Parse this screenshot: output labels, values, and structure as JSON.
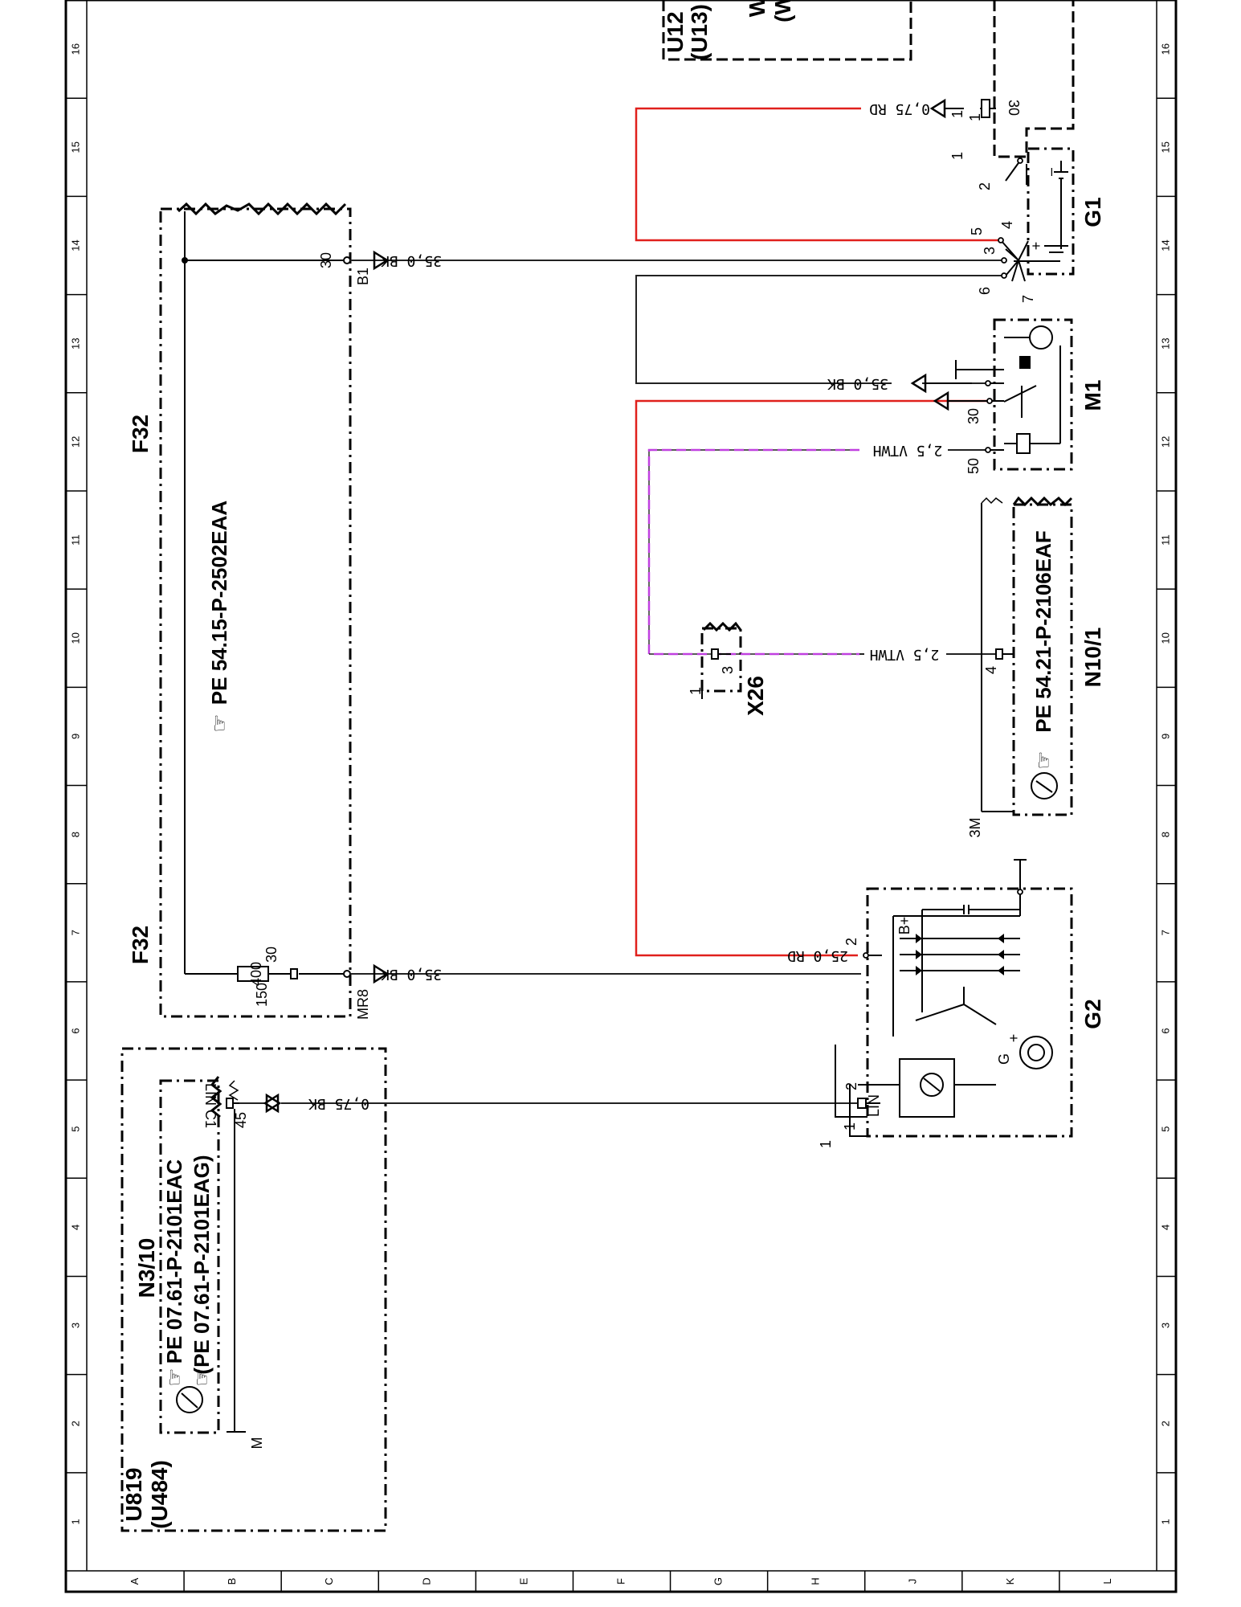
{
  "grid": {
    "rows": [
      "16",
      "15",
      "14",
      "13",
      "12",
      "11",
      "10",
      "9",
      "8",
      "7",
      "6",
      "5",
      "4",
      "3",
      "2",
      "1"
    ],
    "cols": [
      "A",
      "B",
      "C",
      "D",
      "E",
      "F",
      "G",
      "H",
      "J",
      "K",
      "L"
    ]
  },
  "colors": {
    "rd": "#e0201c",
    "vt": "#c040e0",
    "bk": "#222222",
    "border": "#000000"
  },
  "components": {
    "F32": {
      "label": "F32",
      "ref": "PE  54.15-P-2502EAA",
      "pins": {
        "b1": "B1",
        "b1_no": "30",
        "mr8": "MR8",
        "fuse": "400",
        "fuse_in": "150",
        "fuse_out": "30"
      }
    },
    "N3_10": {
      "label": "N3/10",
      "ref1": "PE  07.61-P-2101EAC",
      "ref2": "(PE  07.61-P-2101EAG)",
      "pin_c1": "LIN C1",
      "pin_45": "45",
      "pin_m": "M"
    },
    "U819": {
      "code": "U819",
      "alt": "(U484)"
    },
    "U12": {
      "code": "U12",
      "alt": "(U13)",
      "cut1": "W",
      "cut2": "(W"
    },
    "G1": {
      "label": "G1",
      "pins": [
        "1",
        "2",
        "3",
        "4",
        "5",
        "6",
        "7"
      ],
      "plus": "+",
      "minus": "–"
    },
    "M1": {
      "label": "M1",
      "pin30": "30",
      "pin50": "50"
    },
    "N10_1": {
      "label": "N10/1",
      "ref": "PE  54.21-P-2106EAF",
      "pin4": "4",
      "pin3m": "3M"
    },
    "X26": {
      "label": "X26",
      "pin3": "3",
      "pin1": "1"
    },
    "G2": {
      "label": "G2",
      "pin2": "2",
      "pin_lin": "LIN",
      "pin1": "1",
      "pin1b": "1",
      "bplus": "B+",
      "g": "G",
      "plus": "+"
    },
    "rly": {
      "pin1": "1",
      "pin30": "30",
      "pin1b": "1"
    }
  },
  "wires": {
    "w_030_rd": "0,75 RD",
    "w_35_bk_top": "35,0 BK",
    "w_35_bk_m1": "35,0 BK",
    "w_25_vtwh_m1": "2,5 VTWH",
    "w_25_vtwh_n10": "2,5 VTWH",
    "w_35_bk_mr8": "35,0 BK",
    "w_25_rd": "25,0 RD",
    "w_075_bk": "0,75 BK"
  }
}
